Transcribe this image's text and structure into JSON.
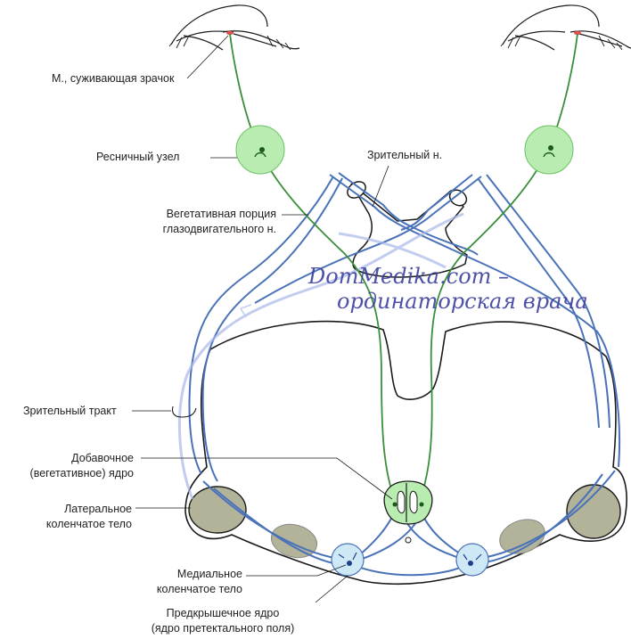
{
  "labels": {
    "sphincter": "М., суживающая зрачок",
    "ciliary_ganglion": "Ресничный узел",
    "optic_nerve": "Зрительный н.",
    "autonomic_portion_line1": "Вегетативная порция",
    "autonomic_portion_line2": "глазодвигательного н.",
    "optic_tract": "Зрительный тракт",
    "accessory_nucleus_line1": "Добавочное",
    "accessory_nucleus_line2": "(вегетативное) ядро",
    "lateral_geniculate_line1": "Латеральное",
    "lateral_geniculate_line2": "коленчатое тело",
    "medial_geniculate_line1": "Медиальное",
    "medial_geniculate_line2": "коленчатое тело",
    "pretectal_line1": "Предкрышечное ядро",
    "pretectal_line2": "(ядро претектального поля)"
  },
  "watermark": {
    "line1": "DomMedika.com –",
    "line2": "ординаторская врача"
  },
  "colors": {
    "afferent_pathway": "#4a72b8",
    "efferent_pathway": "#3a8f3a",
    "ganglion_fill": "#b8ecb0",
    "nucleus_fill": "#cfe8f5",
    "geniculate_fill": "#b3b39a",
    "outline": "#1a1a1a",
    "watermark": "#3a3f9e"
  }
}
